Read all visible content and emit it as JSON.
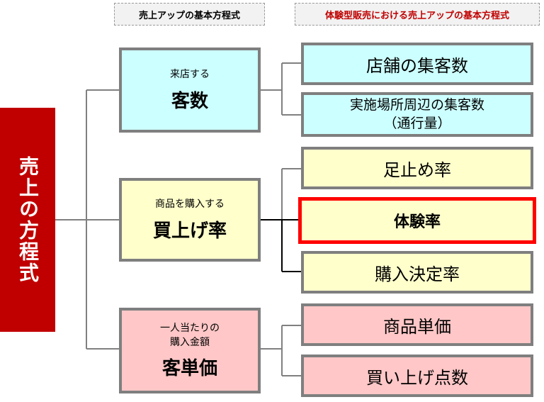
{
  "headers": {
    "basic": "売上アップの基本方程式",
    "experience": "体験型販売における売上アップの基本方程式"
  },
  "root": "売上の方程式",
  "groups": [
    {
      "sub": "来店する",
      "main": "客数",
      "leaves": [
        "店舗の集客数",
        "実施場所周辺の集客数",
        "（通行量）"
      ]
    },
    {
      "sub": "商品を購入する",
      "main": "買上げ率",
      "leaves": [
        "足止め率",
        "体験率",
        "購入決定率"
      ]
    },
    {
      "sub": "一人当たりの",
      "sub2": "購入金額",
      "main": "客単価",
      "leaves": [
        "商品単価",
        "買い上げ点数"
      ]
    }
  ],
  "colors": {
    "root": "#c00000",
    "cyan": "#ccffff",
    "yellow": "#ffffcc",
    "pink": "#ffc7c7",
    "highlight": "#ff0000"
  }
}
